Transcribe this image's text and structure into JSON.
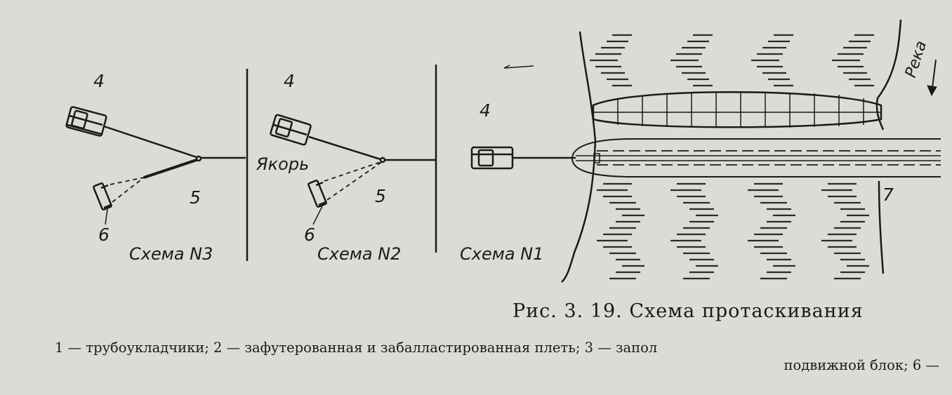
{
  "labels": {
    "num4": "4",
    "num5": "5",
    "num6": "6",
    "num7": "7",
    "anchor": "Якорь",
    "river": "Река"
  },
  "schemes": {
    "n3": "Схема N3",
    "n2": "Схема N2",
    "n1": "Схема N1"
  },
  "caption": "Рис. 3. 19. Схема протаскивания",
  "legend": {
    "line1": "1 — трубоукладчики; 2 — зафутерованная и забалластированная плеть; 3 — запол",
    "line2": "подвижной блок; 6 —"
  },
  "colors": {
    "ink": "#1a1a1a",
    "paper": "#dcdcd6"
  }
}
